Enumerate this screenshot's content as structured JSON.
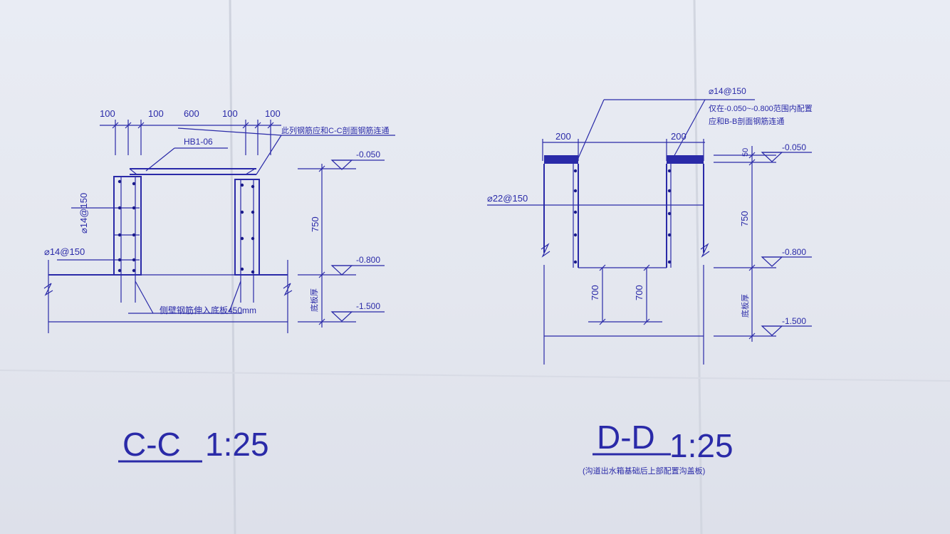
{
  "cc": {
    "dims": [
      "100",
      "100",
      "600",
      "100",
      "100"
    ],
    "note": "此列钢筋应和C-C剖面钢筋连通",
    "hb_label": "HB1-06",
    "elev_top": "-0.050",
    "elev_mid": "-0.800",
    "elev_bot": "-1.500",
    "height_dim": "750",
    "slab_label": "底板厚",
    "rebar_vertical": "⌀14@150",
    "rebar_horizontal": "⌀14@150",
    "anchor_note": "侧壁钢筋伸入底板450mm",
    "title": "C-C",
    "scale": "1:25"
  },
  "dd": {
    "rebar_top": "⌀14@150",
    "range_note_1": "仅在-0.050~-0.800范围内配置",
    "range_note_2": "应和B-B剖面钢筋连通",
    "dim_left": "200",
    "dim_right": "200",
    "dim_50": "50",
    "rebar_left": "⌀22@150",
    "elev_top": "-0.050",
    "elev_mid": "-0.800",
    "elev_bot": "-1.500",
    "height_dim": "750",
    "dim_700_a": "700",
    "dim_700_b": "700",
    "slab_label": "底板厚",
    "title": "D-D",
    "scale": "1:25",
    "subnote": "(沟道出水箱基础后上部配置沟盖板)"
  }
}
